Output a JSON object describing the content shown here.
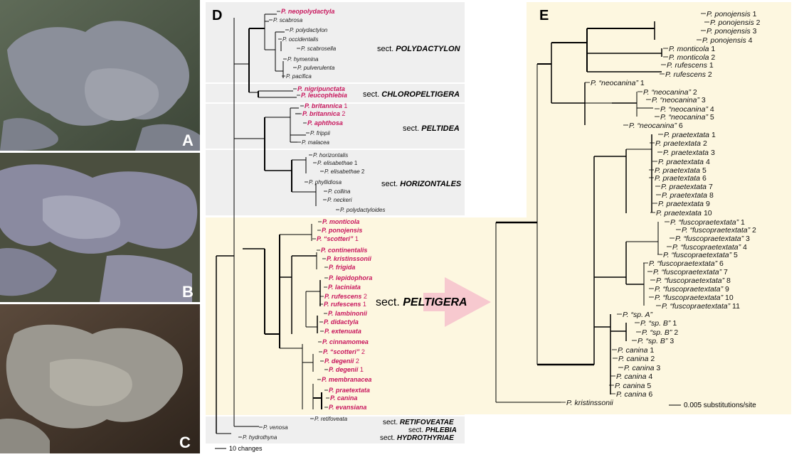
{
  "panels": {
    "A": "A",
    "B": "B",
    "C": "C",
    "D": "D",
    "E": "E"
  },
  "colors": {
    "highlight": "#c8175d",
    "yellow_bg": "#fdf7e0",
    "gray_bg": "#efefef",
    "arrow": "#f7c9cf"
  },
  "sections": {
    "polydactylon": {
      "pre": "sect. ",
      "name": "POLYDACTYLON"
    },
    "chloropeltigera": {
      "pre": "sect. ",
      "name": "CHLOROPELTIGERA"
    },
    "peltidea": {
      "pre": "sect. ",
      "name": "PELTIDEA"
    },
    "horizontales": {
      "pre": "sect. ",
      "name": "HORIZONTALES"
    },
    "peltigera": {
      "pre": "sect. ",
      "name": "PELTIGERA"
    },
    "retifoveatae": {
      "pre": "sect. ",
      "name": "RETIFOVEATAE"
    },
    "phlebia": {
      "pre": "sect. ",
      "name": "PHLEBIA"
    },
    "hydrothyriae": {
      "pre": "sect. ",
      "name": "HYDROTHYRIAE"
    }
  },
  "scale_d": "10 changes",
  "scale_e": "0.005 substitutions/site",
  "tree_d": [
    {
      "name": "P. neopolydactyla",
      "num": "",
      "hl": true
    },
    {
      "name": "P. scabrosa",
      "num": "",
      "hl": false
    },
    {
      "name": "P. polydactylon",
      "num": "",
      "hl": false
    },
    {
      "name": "P. occidentalis",
      "num": "",
      "hl": false
    },
    {
      "name": "P. scabrosella",
      "num": "",
      "hl": false
    },
    {
      "name": "P. hymenina",
      "num": "",
      "hl": false
    },
    {
      "name": "P. pulverulenta",
      "num": "",
      "hl": false
    },
    {
      "name": "P. pacifica",
      "num": "",
      "hl": false
    },
    {
      "name": "P. nigripunctata",
      "num": "",
      "hl": true
    },
    {
      "name": "P. leucophlebia",
      "num": "",
      "hl": true
    },
    {
      "name": "P. britannica",
      "num": "1",
      "hl": true
    },
    {
      "name": "P. britannica",
      "num": "2",
      "hl": true
    },
    {
      "name": "P. aphthosa",
      "num": "",
      "hl": true
    },
    {
      "name": "P. frippii",
      "num": "",
      "hl": false
    },
    {
      "name": "P. malacea",
      "num": "",
      "hl": false
    },
    {
      "name": "P. horizontalis",
      "num": "",
      "hl": false
    },
    {
      "name": "P. elisabethae",
      "num": "1",
      "hl": false
    },
    {
      "name": "P. elisabethae",
      "num": "2",
      "hl": false
    },
    {
      "name": "P. phyllidiosa",
      "num": "",
      "hl": false
    },
    {
      "name": "P. collina",
      "num": "",
      "hl": false
    },
    {
      "name": "P. neckeri",
      "num": "",
      "hl": false
    },
    {
      "name": "P. polydactyloides",
      "num": "",
      "hl": false
    },
    {
      "name": "P. monticola",
      "num": "",
      "hl": true
    },
    {
      "name": "P. ponojensis",
      "num": "",
      "hl": true
    },
    {
      "name": "P. “scotteri”",
      "num": "1",
      "hl": true
    },
    {
      "name": "P. continentalis",
      "num": "",
      "hl": true
    },
    {
      "name": "P. kristinssonii",
      "num": "",
      "hl": true
    },
    {
      "name": "P. frigida",
      "num": "",
      "hl": true
    },
    {
      "name": "P. lepidophora",
      "num": "",
      "hl": true
    },
    {
      "name": "P. laciniata",
      "num": "",
      "hl": true
    },
    {
      "name": "P. rufescens",
      "num": "2",
      "hl": true
    },
    {
      "name": "P. rufescens",
      "num": "1",
      "hl": true
    },
    {
      "name": "P. lambinonii",
      "num": "",
      "hl": true
    },
    {
      "name": "P. didactyla",
      "num": "",
      "hl": true
    },
    {
      "name": "P. extenuata",
      "num": "",
      "hl": true
    },
    {
      "name": "P. cinnamomea",
      "num": "",
      "hl": true
    },
    {
      "name": "P. “scotteri”",
      "num": "2",
      "hl": true
    },
    {
      "name": "P. degenii",
      "num": "2",
      "hl": true
    },
    {
      "name": "P. degenii",
      "num": "1",
      "hl": true
    },
    {
      "name": "P. membranacea",
      "num": "",
      "hl": true
    },
    {
      "name": "P. praetextata",
      "num": "",
      "hl": true
    },
    {
      "name": "P. canina",
      "num": "",
      "hl": true
    },
    {
      "name": "P. evansiana",
      "num": "",
      "hl": true
    },
    {
      "name": "P. retifoveata",
      "num": "",
      "hl": false
    },
    {
      "name": "P. venosa",
      "num": "",
      "hl": false
    },
    {
      "name": "P. hydrothyna",
      "num": "",
      "hl": false
    }
  ],
  "tree_e": [
    {
      "name": "P. ponojensis",
      "num": "1"
    },
    {
      "name": "P. ponojensis",
      "num": "2"
    },
    {
      "name": "P. ponojensis",
      "num": "3"
    },
    {
      "name": "P. ponojensis",
      "num": "4"
    },
    {
      "name": "P. monticola",
      "num": "1"
    },
    {
      "name": "P. monticola",
      "num": "2"
    },
    {
      "name": "P. rufescens",
      "num": "1"
    },
    {
      "name": "P. rufescens",
      "num": "2"
    },
    {
      "name": "P. “neocanina”",
      "num": "1"
    },
    {
      "name": "P. “neocanina”",
      "num": "2"
    },
    {
      "name": "P. “neocanina”",
      "num": "3"
    },
    {
      "name": "P. “neocanina”",
      "num": "4"
    },
    {
      "name": "P. “neocanina”",
      "num": "5"
    },
    {
      "name": "P. “neocanina”",
      "num": "6"
    },
    {
      "name": "P. praetextata",
      "num": "1"
    },
    {
      "name": "P. praetextata",
      "num": "2"
    },
    {
      "name": "P. praetextata",
      "num": "3"
    },
    {
      "name": "P. praetextata",
      "num": "4"
    },
    {
      "name": "P. praetextata",
      "num": "5"
    },
    {
      "name": "P. praetextata",
      "num": "6"
    },
    {
      "name": "P. praetextata",
      "num": "7"
    },
    {
      "name": "P. praetextata",
      "num": "8"
    },
    {
      "name": "P. praetextata",
      "num": "9"
    },
    {
      "name": "P. praetextata",
      "num": "10"
    },
    {
      "name": "P. “fuscopraetextata”",
      "num": "1"
    },
    {
      "name": "P. “fuscopraetextata”",
      "num": "2"
    },
    {
      "name": "P. “fuscopraetextata”",
      "num": "3"
    },
    {
      "name": "P. “fuscopraetextata”",
      "num": "4"
    },
    {
      "name": "P. “fuscopraetextata”",
      "num": "5"
    },
    {
      "name": "P. “fuscopraetextata”",
      "num": "6"
    },
    {
      "name": "P. “fuscopraetextata”",
      "num": "7"
    },
    {
      "name": "P. “fuscopraetextata”",
      "num": "8"
    },
    {
      "name": "P. “fuscopraetextata”",
      "num": "9"
    },
    {
      "name": "P. “fuscopraetextata”",
      "num": "10"
    },
    {
      "name": "P. “fuscopraetextata”",
      "num": "11"
    },
    {
      "name": "P. “sp. A”",
      "num": ""
    },
    {
      "name": "P. “sp. B”",
      "num": "1"
    },
    {
      "name": "P. “sp. B”",
      "num": "2"
    },
    {
      "name": "P. “sp. B”",
      "num": "3"
    },
    {
      "name": "P. canina",
      "num": "1"
    },
    {
      "name": "P. canina",
      "num": "2"
    },
    {
      "name": "P. canina",
      "num": "3"
    },
    {
      "name": "P. canina",
      "num": "4"
    },
    {
      "name": "P. canina",
      "num": "5"
    },
    {
      "name": "P. canina",
      "num": "6"
    },
    {
      "name": "P. kristinssonii",
      "num": ""
    }
  ]
}
